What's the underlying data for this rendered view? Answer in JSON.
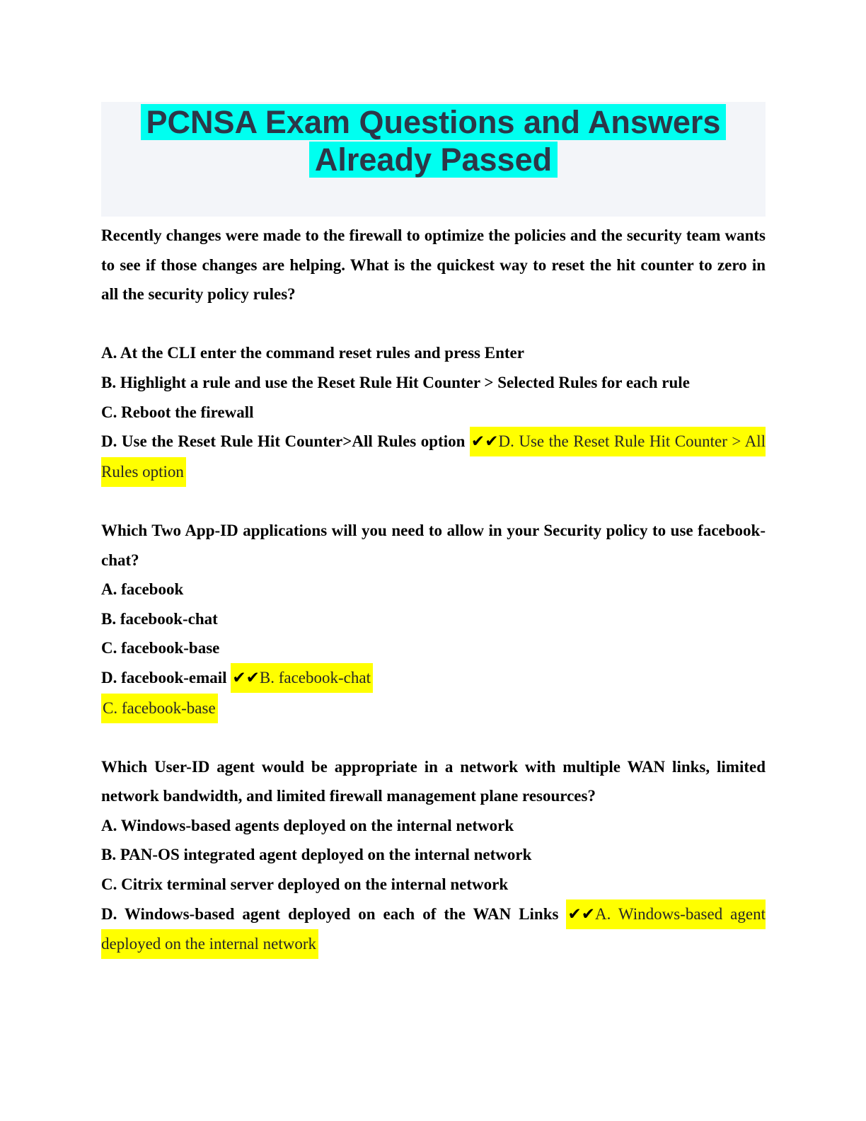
{
  "title": {
    "line1": "PCNSA Exam Questions and Answers",
    "line2": "Already Passed"
  },
  "colors": {
    "band_bg": "#f3f5f9",
    "cyan": "#00fff0",
    "yellow": "#ffff00",
    "title_text": "#2d3748",
    "answer_text": "#262626"
  },
  "questions": [
    {
      "text": "Recently changes were made to the firewall to optimize the policies and the security team wants to see if those changes are helping. What is the quickest way to reset the hit counter to zero in all the security policy rules?",
      "options": [
        "A. At the CLI enter the command reset rules and press Enter",
        "B. Highlight a rule and use the Reset Rule Hit Counter > Selected Rules for each rule",
        "C. Reboot the firewall",
        "D. Use the Reset Rule Hit Counter>All Rules option "
      ],
      "marks": "✔✔",
      "answer": "D. Use the Reset Rule Hit Counter > All Rules option"
    },
    {
      "text": "Which Two App-ID applications will you need to allow in your Security policy to use facebook-chat?",
      "options": [
        "A. facebook",
        "B. facebook-chat",
        "C. facebook-base",
        "D. facebook-email "
      ],
      "marks": "✔✔",
      "answer": "B. facebook-chat",
      "answer_line2": "C. facebook-base"
    },
    {
      "text": "Which User-ID agent would be appropriate in a network with multiple WAN links, limited network bandwidth, and limited firewall management plane resources?",
      "options": [
        "A. Windows-based agents deployed on the internal network",
        "B. PAN-OS integrated agent deployed on the internal network",
        "C. Citrix terminal server deployed on the internal network",
        "D. Windows-based agent deployed on each of the WAN Links "
      ],
      "marks": "✔✔",
      "answer": "A. Windows-based agent deployed on the internal network"
    }
  ]
}
